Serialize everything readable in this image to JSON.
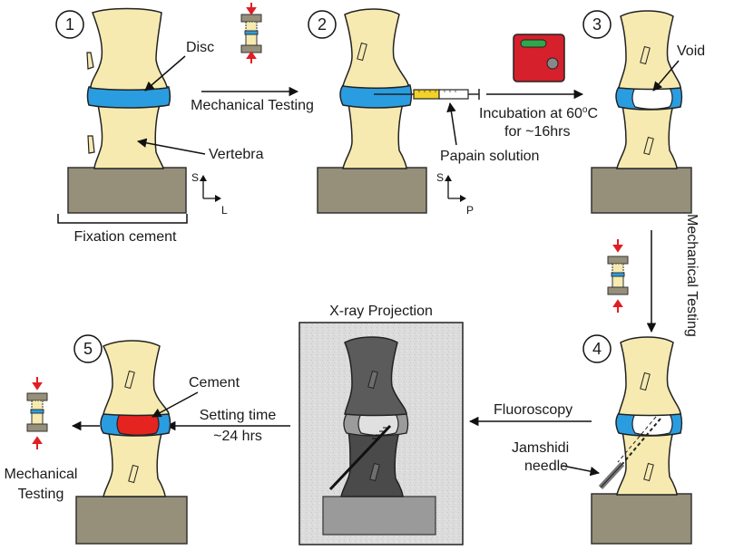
{
  "steps": {
    "s1": "1",
    "s2": "2",
    "s3": "3",
    "s4": "4",
    "s5": "5"
  },
  "labels": {
    "disc": "Disc",
    "vertebra": "Vertebra",
    "fixation_cement": "Fixation cement",
    "mechanical_testing_1": "Mechanical Testing",
    "mechanical_testing_vertical": "Mechanical Testing",
    "mechanical_testing_5_line1": "Mechanical",
    "mechanical_testing_5_line2": "Testing",
    "papain_solution": "Papain solution",
    "incubation_line1_prefix": "Incubation at 60",
    "incubation_line1_sup": "o",
    "incubation_line1_suffix": "C",
    "incubation_line2": "for ~16hrs",
    "void": "Void",
    "xray_title": "X-ray Projection",
    "fluoroscopy": "Fluoroscopy",
    "jamshidi_line1": "Jamshidi",
    "jamshidi_line2": "needle",
    "cement": "Cement",
    "setting_line1": "Setting time",
    "setting_line2": "~24 hrs"
  },
  "axes": {
    "a1_s": "S",
    "a1_l": "L",
    "a2_s": "S",
    "a2_p": "P"
  },
  "colors": {
    "bone": "#f6eab0",
    "disc": "#2a9de0",
    "base": "#968f7a",
    "cement": "#e52420",
    "xray_bg": "#d9d9d9",
    "bone_xray": "#5b5b5b",
    "arrow_red": "#e01e24",
    "incubator": "#d6202b",
    "syringe": "#f2d22a"
  }
}
